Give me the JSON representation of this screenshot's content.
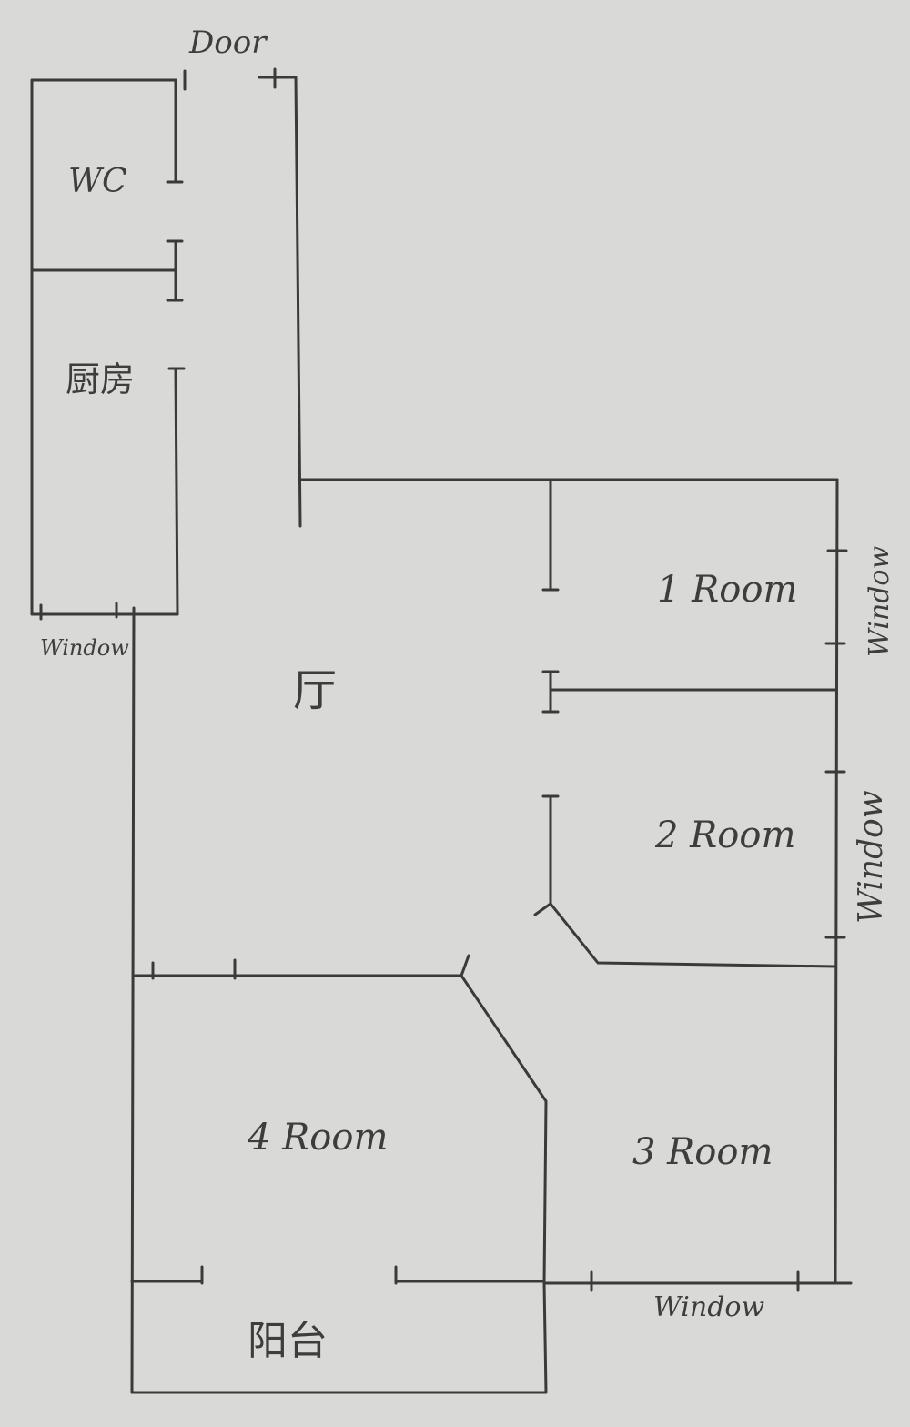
{
  "plan": {
    "door": "Door",
    "wc": "WC",
    "kitchen": "厨房",
    "living": "厅",
    "balcony": "阳台",
    "rooms": [
      "1 Room",
      "2 Room",
      "3 Room",
      "4 Room"
    ],
    "windows": {
      "kitchen": "Window",
      "room1": "Window",
      "room2": "Window",
      "room3": "Window"
    }
  },
  "colors": {
    "paper": "#d9d9d7",
    "pencil": "#3a3a3a"
  }
}
